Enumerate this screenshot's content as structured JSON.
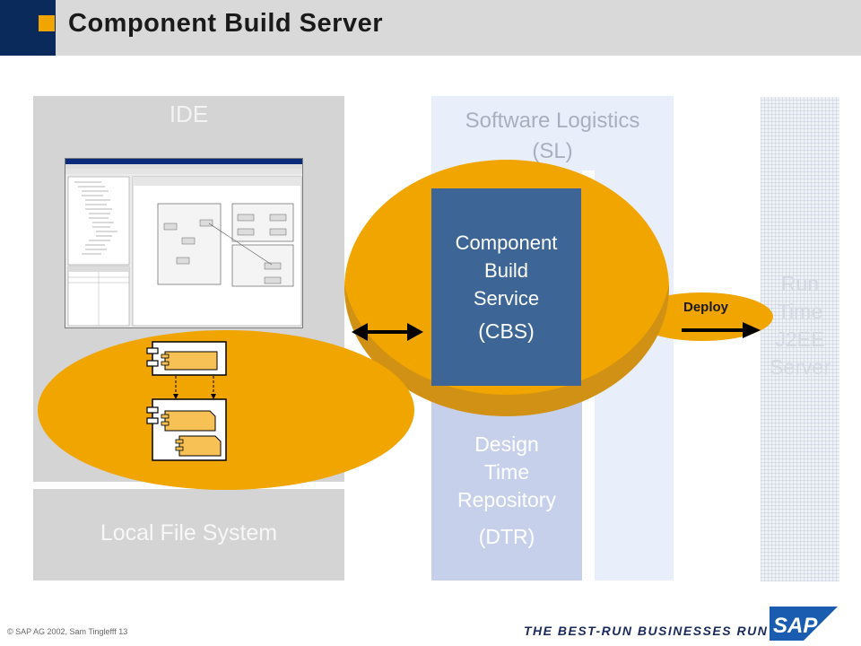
{
  "header": {
    "title": "Component Build Server"
  },
  "ide": {
    "label": "IDE"
  },
  "local_file_system": {
    "label": "Local File System"
  },
  "software_logistics": {
    "title_line1": "Software Logistics",
    "title_line2": "(SL)"
  },
  "cbs": {
    "line1": "Component",
    "line2": "Build",
    "line3": "Service",
    "abbr": "(CBS)"
  },
  "dtr": {
    "line1": "Design",
    "line2": "Time",
    "line3": "Repository",
    "abbr": "(DTR)"
  },
  "runtime": {
    "line1": "Run",
    "line2": "Time",
    "line3": "J2EE",
    "line4": "Server"
  },
  "deploy": {
    "label": "Deploy"
  },
  "footer": {
    "copyright": "©  SAP AG 2002, Sam Tinglefff  13",
    "tagline": "THE BEST-RUN BUSINESSES RUN SAP",
    "logo": "SAP"
  },
  "colors": {
    "orange": "#f0a500",
    "navy": "#0a2a5c",
    "cbs_blue": "#3d6696",
    "panel_gray": "#d4d4d4",
    "sl_light": "#e8eefa",
    "dtr_blue": "#c6d0ea",
    "sap_blue": "#1a5cb0"
  },
  "icons": [
    "double-arrow-icon",
    "deploy-arrow-icon",
    "component-icon",
    "component-group-icon",
    "ide-screenshot"
  ]
}
